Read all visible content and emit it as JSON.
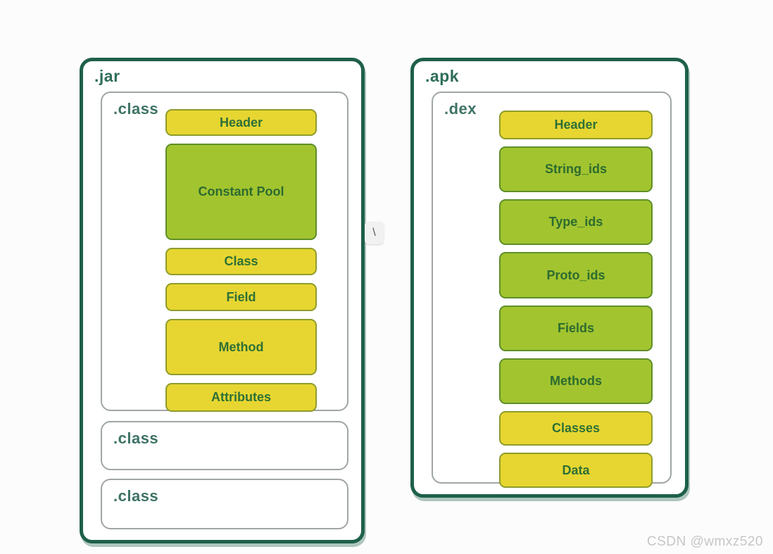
{
  "palette": {
    "panel_border": "#1e6049",
    "container_border": "#a0a6a4",
    "yellow_fill": "#e7d631",
    "yellow_border": "#8f9c2b",
    "green_fill": "#a2c42f",
    "green_border": "#5f8f28",
    "label_text": "#2e6e57",
    "block_text": "#2e7036",
    "watermark_text": "#c6c6c6"
  },
  "jar": {
    "label": ".jar",
    "class_detail": {
      "label": ".class",
      "blocks": [
        {
          "label": "Header",
          "variant": "yellow"
        },
        {
          "label": "Constant Pool",
          "variant": "green"
        },
        {
          "label": "Class",
          "variant": "yellow"
        },
        {
          "label": "Field",
          "variant": "yellow"
        },
        {
          "label": "Method",
          "variant": "yellow"
        },
        {
          "label": "Attributes",
          "variant": "yellow"
        }
      ]
    },
    "class_empty": [
      {
        "label": ".class"
      },
      {
        "label": ".class"
      }
    ]
  },
  "apk": {
    "label": ".apk",
    "dex": {
      "label": ".dex",
      "blocks": [
        {
          "label": "Header",
          "variant": "yellow"
        },
        {
          "label": "String_ids",
          "variant": "green"
        },
        {
          "label": "Type_ids",
          "variant": "green"
        },
        {
          "label": "Proto_ids",
          "variant": "green"
        },
        {
          "label": "Fields",
          "variant": "green"
        },
        {
          "label": "Methods",
          "variant": "green"
        },
        {
          "label": "Classes",
          "variant": "yellow"
        },
        {
          "label": "Data",
          "variant": "yellow"
        }
      ]
    }
  },
  "overlay": {
    "key_hint": "\\"
  },
  "watermark": "CSDN @wmxz520"
}
